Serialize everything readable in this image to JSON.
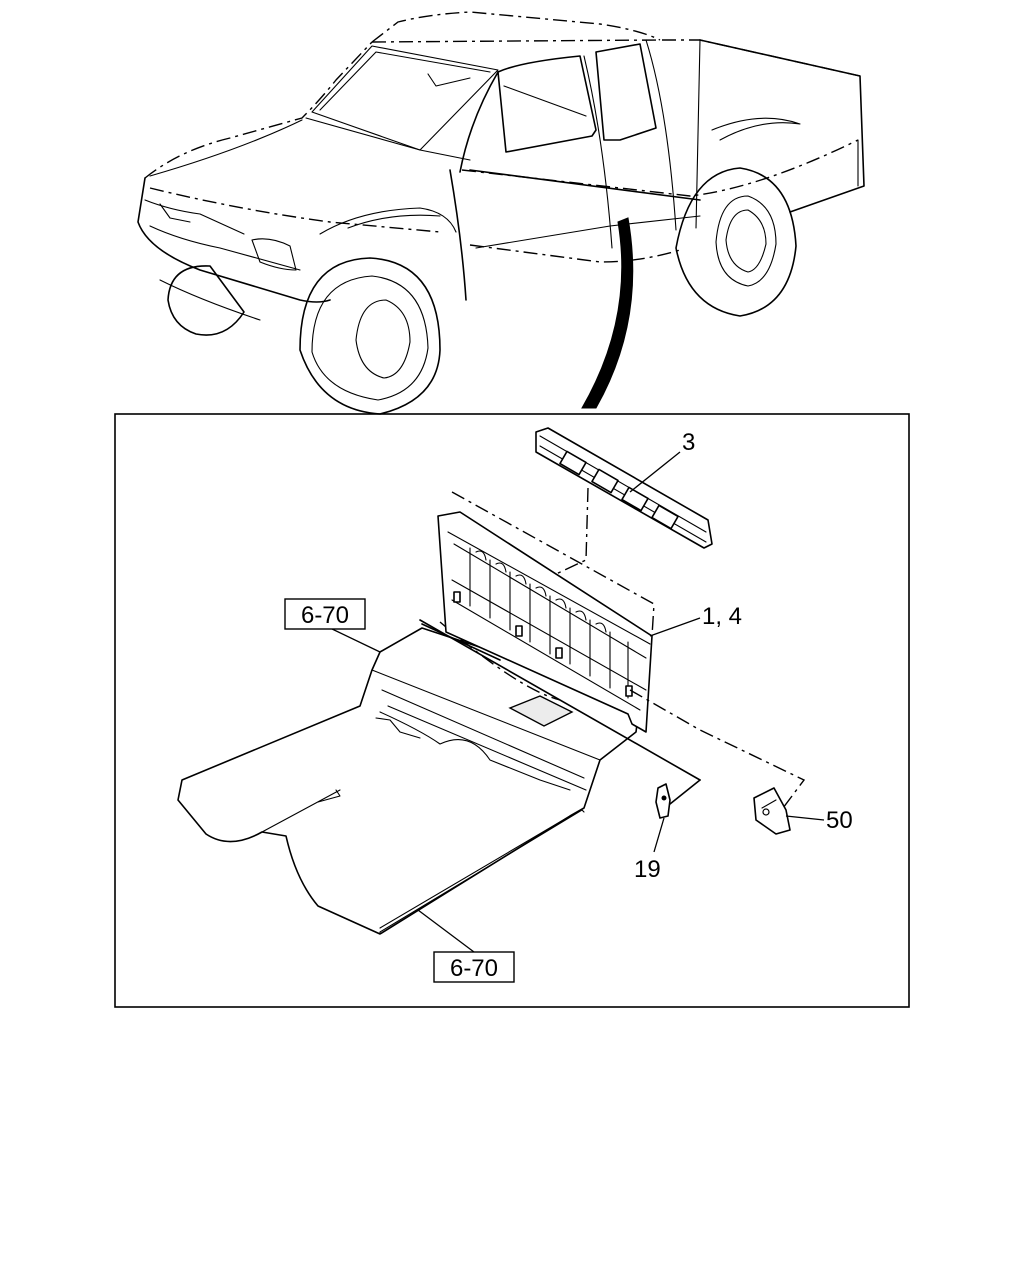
{
  "callouts": {
    "part_3": "3",
    "part_1_4": "1, 4",
    "part_19": "19",
    "part_50": "50"
  },
  "references": {
    "upper_ref": "6-70",
    "lower_ref": "6-70"
  }
}
